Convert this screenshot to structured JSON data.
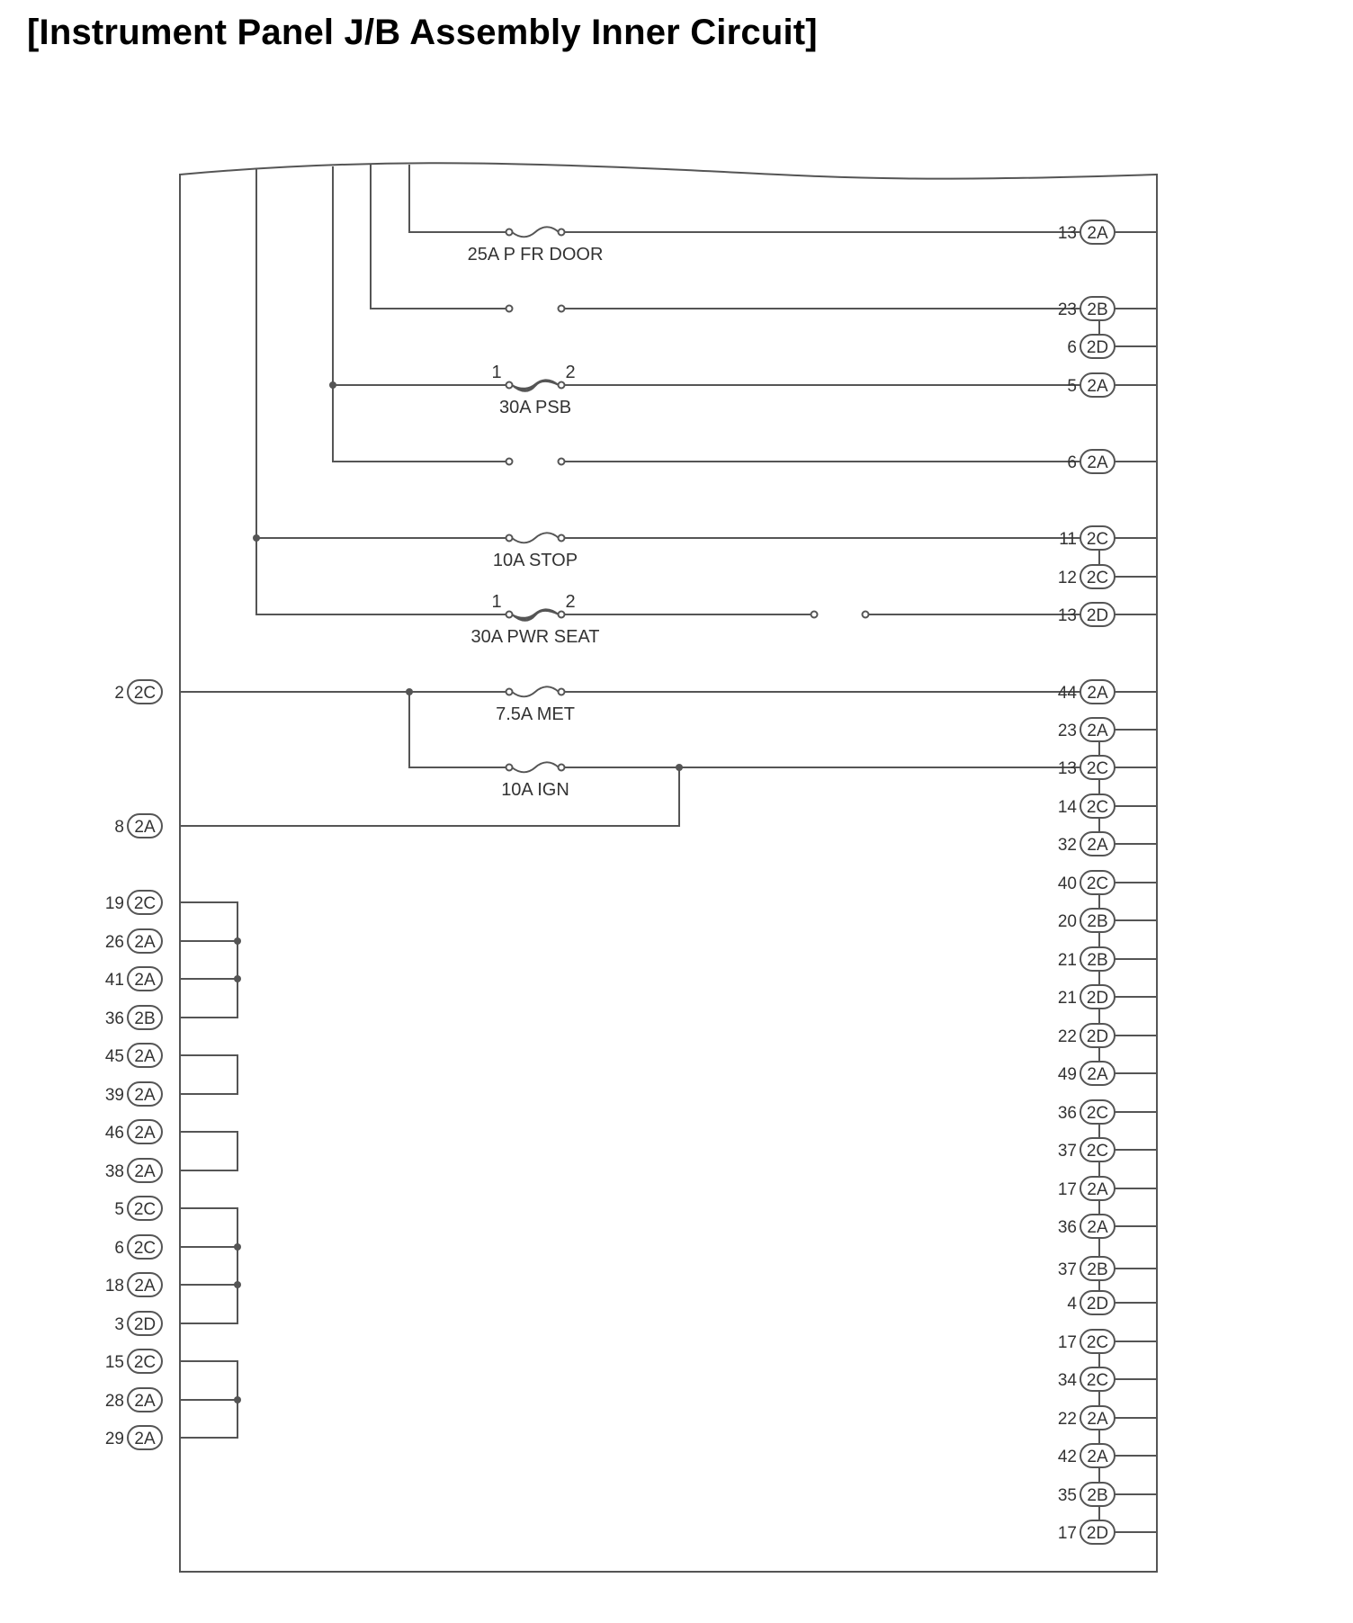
{
  "title": "[Instrument Panel J/B Assembly Inner Circuit]",
  "colors": {
    "wire": "#555555",
    "text": "#333333",
    "background": "#ffffff"
  },
  "fuses": [
    {
      "id": "f-pfrdoor",
      "label": "25A P FR DOOR",
      "style": "fuse"
    },
    {
      "id": "f-relay1",
      "label": "",
      "style": "open"
    },
    {
      "id": "f-psb",
      "label": "30A PSB",
      "style": "fusible-link",
      "pin_left": "1",
      "pin_right": "2"
    },
    {
      "id": "f-relay2",
      "label": "",
      "style": "open"
    },
    {
      "id": "f-stop",
      "label": "10A STOP",
      "style": "fuse"
    },
    {
      "id": "f-pwrseat",
      "label": "30A PWR SEAT",
      "style": "fusible-link",
      "pin_left": "1",
      "pin_right": "2"
    },
    {
      "id": "f-met",
      "label": "7.5A MET",
      "style": "fuse"
    },
    {
      "id": "f-ign",
      "label": "10A IGN",
      "style": "fuse"
    }
  ],
  "right_terminals": [
    {
      "pin": "13",
      "conn": "2A"
    },
    {
      "pin": "23",
      "conn": "2B"
    },
    {
      "pin": "6",
      "conn": "2D"
    },
    {
      "pin": "5",
      "conn": "2A"
    },
    {
      "pin": "6",
      "conn": "2A"
    },
    {
      "pin": "11",
      "conn": "2C"
    },
    {
      "pin": "12",
      "conn": "2C"
    },
    {
      "pin": "13",
      "conn": "2D"
    },
    {
      "pin": "44",
      "conn": "2A"
    },
    {
      "pin": "23",
      "conn": "2A"
    },
    {
      "pin": "13",
      "conn": "2C"
    },
    {
      "pin": "14",
      "conn": "2C"
    },
    {
      "pin": "32",
      "conn": "2A"
    },
    {
      "pin": "40",
      "conn": "2C"
    },
    {
      "pin": "20",
      "conn": "2B"
    },
    {
      "pin": "21",
      "conn": "2B"
    },
    {
      "pin": "21",
      "conn": "2D"
    },
    {
      "pin": "22",
      "conn": "2D"
    },
    {
      "pin": "49",
      "conn": "2A"
    },
    {
      "pin": "36",
      "conn": "2C"
    },
    {
      "pin": "37",
      "conn": "2C"
    },
    {
      "pin": "17",
      "conn": "2A"
    },
    {
      "pin": "36",
      "conn": "2A"
    },
    {
      "pin": "37",
      "conn": "2B"
    },
    {
      "pin": "4",
      "conn": "2D"
    },
    {
      "pin": "17",
      "conn": "2C"
    },
    {
      "pin": "34",
      "conn": "2C"
    },
    {
      "pin": "22",
      "conn": "2A"
    },
    {
      "pin": "42",
      "conn": "2A"
    },
    {
      "pin": "35",
      "conn": "2B"
    },
    {
      "pin": "17",
      "conn": "2D"
    }
  ],
  "left_terminals": [
    {
      "pin": "2",
      "conn": "2C"
    },
    {
      "pin": "8",
      "conn": "2A"
    },
    {
      "pin": "19",
      "conn": "2C"
    },
    {
      "pin": "26",
      "conn": "2A"
    },
    {
      "pin": "41",
      "conn": "2A"
    },
    {
      "pin": "36",
      "conn": "2B"
    },
    {
      "pin": "45",
      "conn": "2A"
    },
    {
      "pin": "39",
      "conn": "2A"
    },
    {
      "pin": "46",
      "conn": "2A"
    },
    {
      "pin": "38",
      "conn": "2A"
    },
    {
      "pin": "5",
      "conn": "2C"
    },
    {
      "pin": "6",
      "conn": "2C"
    },
    {
      "pin": "18",
      "conn": "2A"
    },
    {
      "pin": "3",
      "conn": "2D"
    },
    {
      "pin": "15",
      "conn": "2C"
    },
    {
      "pin": "28",
      "conn": "2A"
    },
    {
      "pin": "29",
      "conn": "2A"
    }
  ]
}
